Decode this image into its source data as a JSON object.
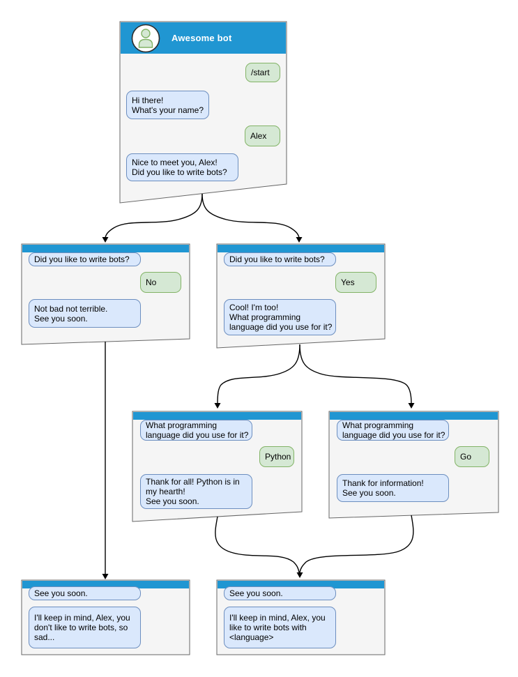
{
  "colors": {
    "header_blue": "#2096d2",
    "window_fill": "#f5f5f5",
    "window_border": "#666666",
    "bot_bubble_fill": "#dae8fc",
    "bot_bubble_border": "#6c8ebf",
    "user_bubble_fill": "#d5e8d4",
    "user_bubble_border": "#82b366",
    "connector": "#000000"
  },
  "icons": {
    "avatar": "person-icon"
  },
  "windows": [
    {
      "name": "main-chat",
      "title": "Awesome bot",
      "messages": [
        {
          "from": "user",
          "text": "/start"
        },
        {
          "from": "bot",
          "text": "Hi there!\nWhat's your name?"
        },
        {
          "from": "user",
          "text": "Alex"
        },
        {
          "from": "bot",
          "text": "Nice to meet you, Alex!\nDid you like to write bots?"
        }
      ]
    },
    {
      "name": "branch-no",
      "messages": [
        {
          "from": "bot",
          "text": "Did you like to write bots?"
        },
        {
          "from": "user",
          "text": "No"
        },
        {
          "from": "bot",
          "text": "Not bad not terrible.\nSee you soon."
        }
      ]
    },
    {
      "name": "branch-yes",
      "messages": [
        {
          "from": "bot",
          "text": "Did you like to write bots?"
        },
        {
          "from": "user",
          "text": "Yes"
        },
        {
          "from": "bot",
          "text": "Cool! I'm too!\nWhat programming\nlanguage did you use for it?"
        }
      ]
    },
    {
      "name": "branch-python",
      "messages": [
        {
          "from": "bot",
          "text": "What programming\nlanguage did you use for it?"
        },
        {
          "from": "user",
          "text": "Python"
        },
        {
          "from": "bot",
          "text": "Thank for all! Python is in\nmy hearth!\nSee you soon."
        }
      ]
    },
    {
      "name": "branch-go",
      "messages": [
        {
          "from": "bot",
          "text": "What programming\nlanguage did you use for it?"
        },
        {
          "from": "user",
          "text": "Go"
        },
        {
          "from": "bot",
          "text": "Thank for information!\nSee you soon."
        }
      ]
    },
    {
      "name": "end-no",
      "messages": [
        {
          "from": "bot",
          "text": "See you soon."
        },
        {
          "from": "bot",
          "text": "I'll keep in mind, Alex, you\ndon't like to write bots, so\nsad..."
        }
      ]
    },
    {
      "name": "end-yes",
      "messages": [
        {
          "from": "bot",
          "text": "See you soon."
        },
        {
          "from": "bot",
          "text": "I'll keep in mind, Alex, you\nlike to write bots with\n<language>"
        }
      ]
    }
  ],
  "connections": [
    {
      "from": "main-chat",
      "to": "branch-no"
    },
    {
      "from": "main-chat",
      "to": "branch-yes"
    },
    {
      "from": "branch-no",
      "to": "end-no"
    },
    {
      "from": "branch-yes",
      "to": "branch-python"
    },
    {
      "from": "branch-yes",
      "to": "branch-go"
    },
    {
      "from": "branch-python",
      "to": "end-yes"
    },
    {
      "from": "branch-go",
      "to": "end-yes"
    }
  ]
}
